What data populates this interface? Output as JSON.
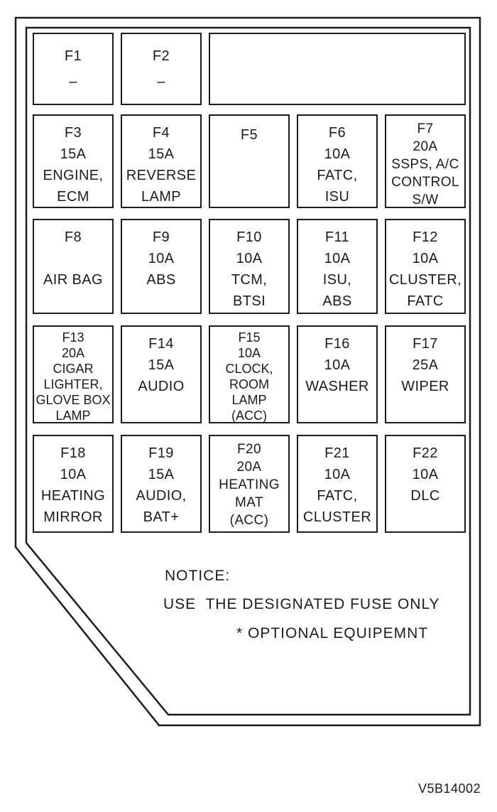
{
  "panel": {
    "fuses": [
      {
        "name": "F1",
        "row": 1,
        "col": 1,
        "lines": [
          "F1",
          "–"
        ]
      },
      {
        "name": "F2",
        "row": 1,
        "col": 2,
        "lines": [
          "F2",
          "–"
        ]
      },
      {
        "name": "F3",
        "row": 2,
        "col": 1,
        "lines": [
          "F3",
          "15A",
          "ENGINE,",
          "ECM"
        ]
      },
      {
        "name": "F4",
        "row": 2,
        "col": 2,
        "lines": [
          "F4",
          "15A",
          "REVERSE",
          "LAMP"
        ]
      },
      {
        "name": "F5",
        "row": 2,
        "col": 3,
        "lines": [
          "F5"
        ]
      },
      {
        "name": "F6",
        "row": 2,
        "col": 4,
        "lines": [
          "F6",
          "10A",
          "FATC,",
          "ISU"
        ]
      },
      {
        "name": "F7",
        "row": 2,
        "col": 5,
        "lines": [
          "F7",
          "20A",
          "SSPS, A/C",
          "CONTROL",
          "S/W"
        ]
      },
      {
        "name": "F8",
        "row": 3,
        "col": 1,
        "lines": [
          "F8",
          "",
          "AIR BAG"
        ]
      },
      {
        "name": "F9",
        "row": 3,
        "col": 2,
        "lines": [
          "F9",
          "10A",
          "ABS"
        ]
      },
      {
        "name": "F10",
        "row": 3,
        "col": 3,
        "lines": [
          "F10",
          "10A",
          "TCM,",
          "BTSI"
        ]
      },
      {
        "name": "F11",
        "row": 3,
        "col": 4,
        "lines": [
          "F11",
          "10A",
          "ISU,",
          "ABS"
        ]
      },
      {
        "name": "F12",
        "row": 3,
        "col": 5,
        "lines": [
          "F12",
          "10A",
          "CLUSTER,",
          "FATC"
        ]
      },
      {
        "name": "F13",
        "row": 4,
        "col": 1,
        "lines": [
          "F13",
          "20A",
          "CIGAR",
          "LIGHTER,",
          "GLOVE BOX",
          "LAMP"
        ]
      },
      {
        "name": "F14",
        "row": 4,
        "col": 2,
        "lines": [
          "F14",
          "15A",
          "AUDIO"
        ]
      },
      {
        "name": "F15",
        "row": 4,
        "col": 3,
        "lines": [
          "F15",
          "10A",
          "CLOCK,",
          "ROOM",
          "LAMP",
          "(ACC)"
        ]
      },
      {
        "name": "F16",
        "row": 4,
        "col": 4,
        "lines": [
          "F16",
          "10A",
          "WASHER"
        ]
      },
      {
        "name": "F17",
        "row": 4,
        "col": 5,
        "lines": [
          "F17",
          "25A",
          "WIPER"
        ]
      },
      {
        "name": "F18",
        "row": 5,
        "col": 1,
        "lines": [
          "F18",
          "10A",
          "HEATING",
          "MIRROR"
        ]
      },
      {
        "name": "F19",
        "row": 5,
        "col": 2,
        "lines": [
          "F19",
          "15A",
          "AUDIO,",
          "BAT+"
        ]
      },
      {
        "name": "F20",
        "row": 5,
        "col": 3,
        "lines": [
          "F20",
          "20A",
          "HEATING",
          "MAT",
          "(ACC)"
        ]
      },
      {
        "name": "F21",
        "row": 5,
        "col": 4,
        "lines": [
          "F21",
          "10A",
          "FATC,",
          "CLUSTER"
        ]
      },
      {
        "name": "F22",
        "row": 5,
        "col": 5,
        "lines": [
          "F22",
          "10A",
          "DLC"
        ]
      }
    ]
  },
  "notice": {
    "title": "NOTICE:",
    "line1": "USE  THE DESIGNATED FUSE ONLY",
    "line2": "* OPTIONAL EQUIPEMNT"
  },
  "figure_code": "V5B14002",
  "colors": {
    "ink": "#1c1c1c",
    "background": "#ffffff"
  }
}
